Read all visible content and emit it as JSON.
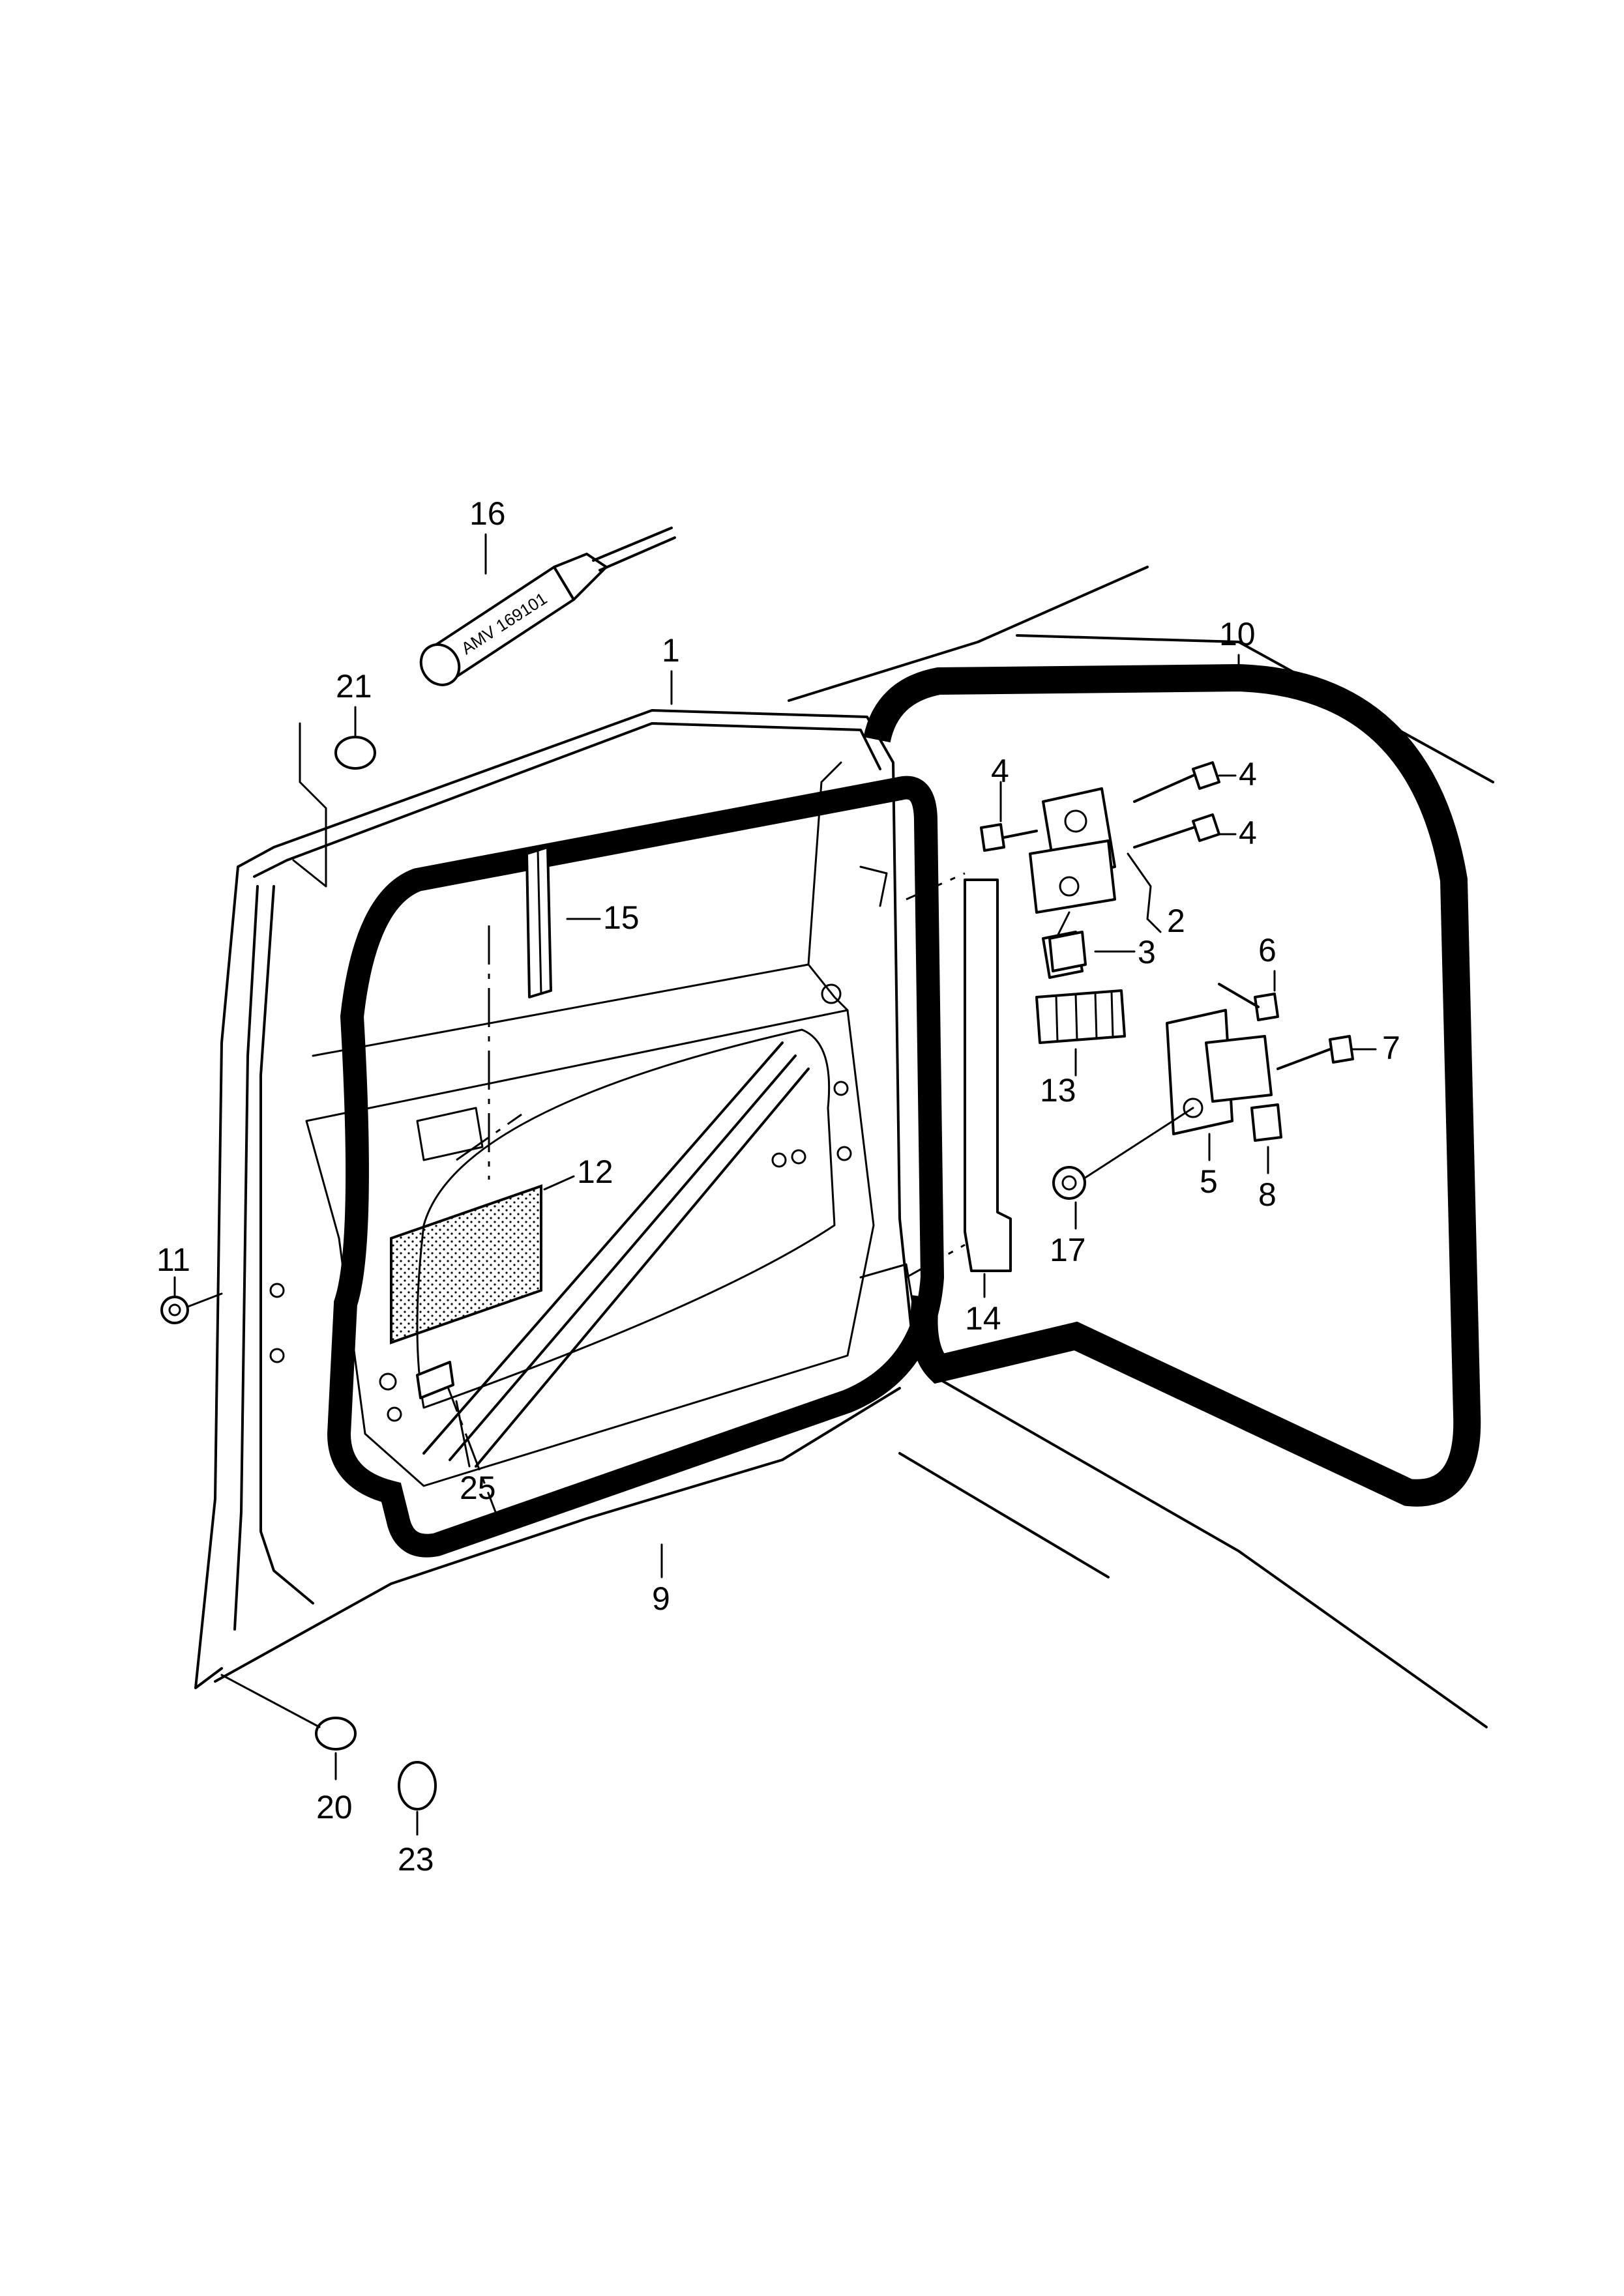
{
  "tube_text": "AMV 169101",
  "callouts": [
    {
      "id": "c1",
      "text": "1"
    },
    {
      "id": "c2",
      "text": "2"
    },
    {
      "id": "c3",
      "text": "3"
    },
    {
      "id": "c4a",
      "text": "4"
    },
    {
      "id": "c4b",
      "text": "4"
    },
    {
      "id": "c4c",
      "text": "4"
    },
    {
      "id": "c5",
      "text": "5"
    },
    {
      "id": "c6",
      "text": "6"
    },
    {
      "id": "c7",
      "text": "7"
    },
    {
      "id": "c8",
      "text": "8"
    },
    {
      "id": "c9",
      "text": "9"
    },
    {
      "id": "c10",
      "text": "10"
    },
    {
      "id": "c11",
      "text": "11"
    },
    {
      "id": "c12",
      "text": "12"
    },
    {
      "id": "c13",
      "text": "13"
    },
    {
      "id": "c14",
      "text": "14"
    },
    {
      "id": "c15",
      "text": "15"
    },
    {
      "id": "c16",
      "text": "16"
    },
    {
      "id": "c17",
      "text": "17"
    },
    {
      "id": "c20",
      "text": "20"
    },
    {
      "id": "c21",
      "text": "21"
    },
    {
      "id": "c23",
      "text": "23"
    },
    {
      "id": "c25",
      "text": "25"
    }
  ]
}
